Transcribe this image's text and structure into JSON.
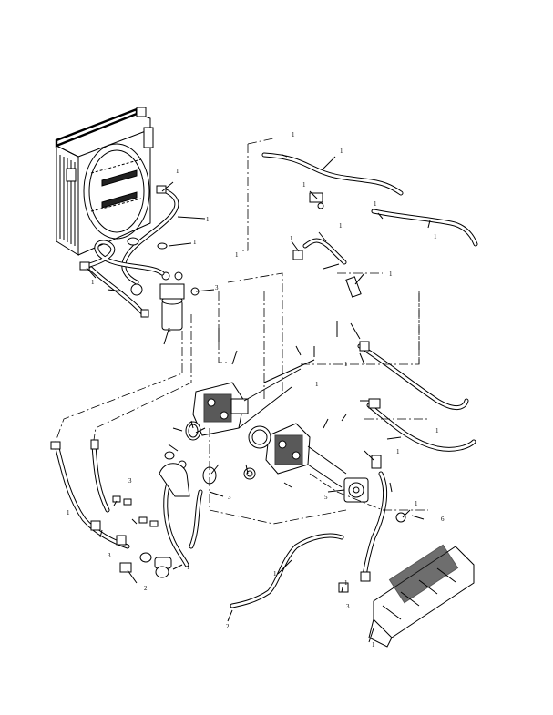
{
  "figure": {
    "callouts": [
      {
        "text": "1"
      },
      {
        "text": "1"
      },
      {
        "text": "1"
      },
      {
        "text": "1"
      },
      {
        "text": "1"
      },
      {
        "text": "1"
      },
      {
        "text": "1"
      },
      {
        "text": "1"
      },
      {
        "text": "1"
      },
      {
        "text": "1"
      },
      {
        "text": "1"
      },
      {
        "text": "1"
      },
      {
        "text": "1"
      },
      {
        "text": "1"
      },
      {
        "text": "1"
      },
      {
        "text": "1"
      },
      {
        "text": "1"
      },
      {
        "text": "1"
      },
      {
        "text": "1"
      },
      {
        "text": "1"
      },
      {
        "text": "3"
      },
      {
        "text": "3"
      },
      {
        "text": "3"
      },
      {
        "text": "3"
      },
      {
        "text": "3"
      },
      {
        "text": "2"
      },
      {
        "text": "2"
      },
      {
        "text": "5"
      },
      {
        "text": "5"
      },
      {
        "text": "6"
      },
      {
        "text": "1"
      },
      {
        "text": "1"
      },
      {
        "text": "1"
      },
      {
        "text": "1"
      }
    ]
  }
}
